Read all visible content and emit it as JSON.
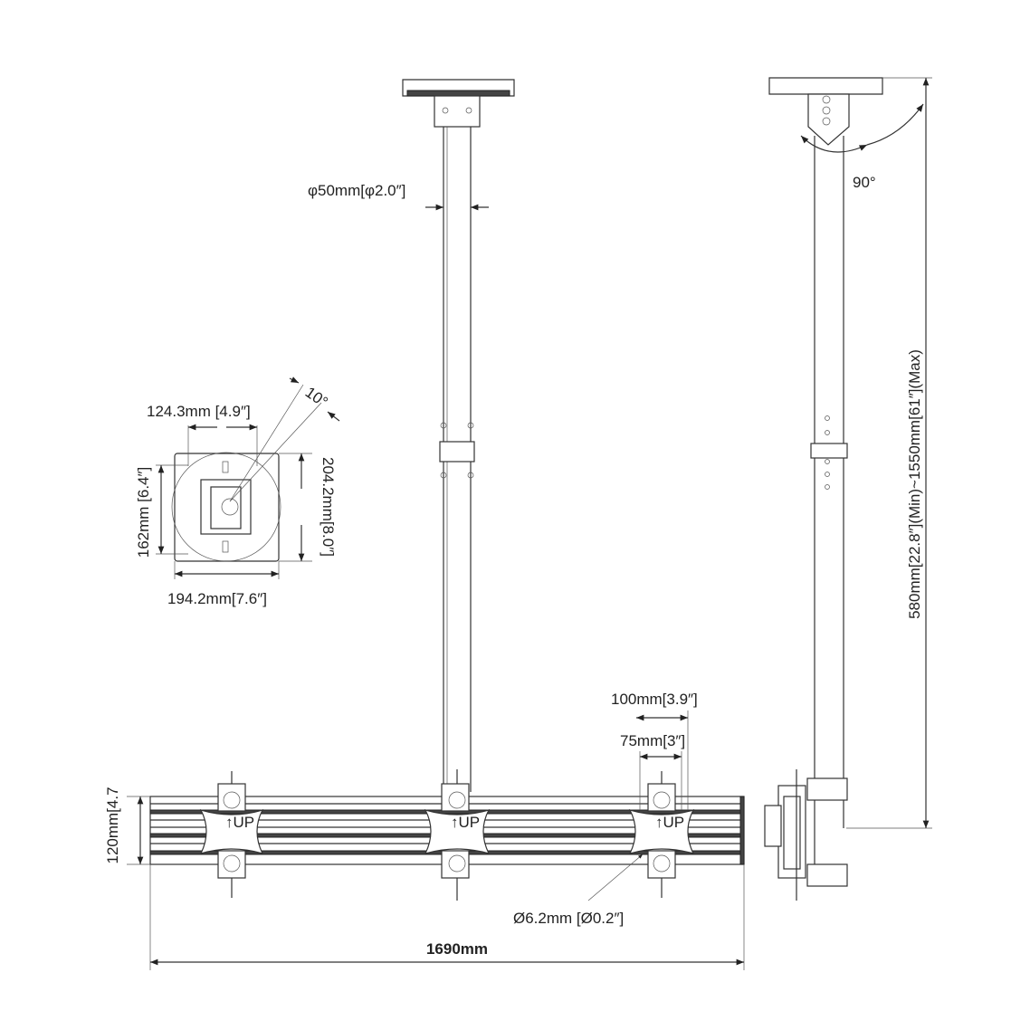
{
  "labels": {
    "pole_diameter": "φ50mm[φ2.0″]",
    "tilt_angle": "90°",
    "height_range": "580mm[22.8″](Min)~1550mm[61″](Max)",
    "plate_rotation": "10°",
    "plate_hole_spacing": "124.3mm [4.9″]",
    "plate_height": "162mm [6.4″]",
    "plate_diagonal": "204.2mm[8.0″]",
    "plate_width": "194.2mm[7.6″]",
    "vesa_100": "100mm[3.9″]",
    "vesa_75": "75mm[3″]",
    "bar_height": "120mm[4.7",
    "hole_diameter": "Ø6.2mm [Ø0.2″]",
    "bar_length": "1690mm",
    "up_mark": "↑UP"
  },
  "colors": {
    "line": "#333333",
    "background": "#ffffff"
  }
}
